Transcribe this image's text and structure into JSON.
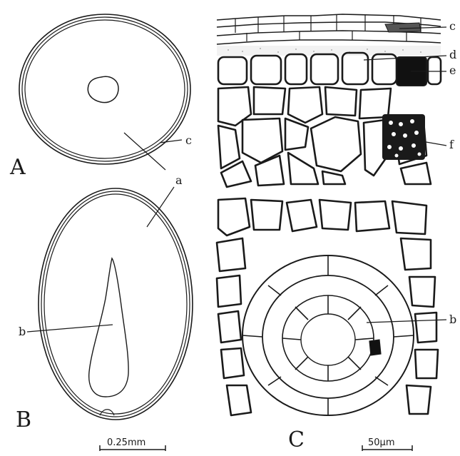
{
  "figure": {
    "panels": [
      "A",
      "B",
      "C"
    ],
    "labels": {
      "a": "a",
      "b": "b",
      "c": "c",
      "d": "d",
      "e": "e",
      "f": "f"
    },
    "scale_bars": {
      "left": "0.25mm",
      "right": "50μm"
    }
  },
  "colors": {
    "ink": "#1a1a1a",
    "background": "#ffffff"
  }
}
